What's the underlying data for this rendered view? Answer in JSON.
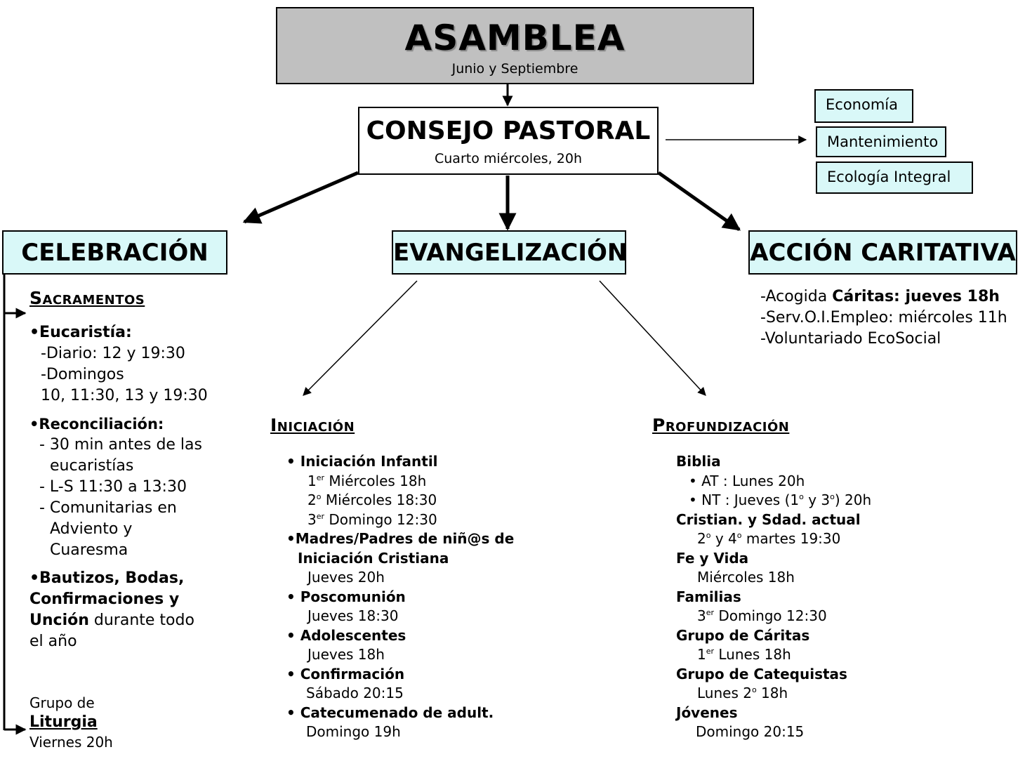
{
  "asamblea": {
    "title": "ASAMBLEA",
    "subtitle": "Junio y Septiembre"
  },
  "consejo": {
    "title": "CONSEJO PASTORAL",
    "subtitle": "Cuarto miércoles, 20h"
  },
  "side_boxes": [
    "Economía",
    "Mantenimiento",
    "Ecología Integral"
  ],
  "areas": {
    "celebracion": "CELEBRACIÓN",
    "evangelizacion": "EVANGELIZACIÓN",
    "accion": "ACCIÓN CARITATIVA"
  },
  "accion_items": {
    "l1_pre": "-Acogida ",
    "l1_bold": "Cáritas: jueves 18h",
    "l2": "-Serv.O.I.Empleo: miércoles 11h",
    "l3": "-Voluntariado EcoSocial"
  },
  "sacramentos": {
    "heading": "Sacramentos",
    "eucaristia_label": "•Eucaristía:",
    "eucaristia_diario": "-Diario: 12 y 19:30",
    "eucaristia_domingos": "-Domingos",
    "eucaristia_horas": "10, 11:30, 13 y 19:30",
    "reconciliacion_label": "•Reconciliación:",
    "rec_1a": "- 30 min antes de las",
    "rec_1b": "eucaristías",
    "rec_2": "- L-S 11:30 a 13:30",
    "rec_3a": "- Comunitarias en",
    "rec_3b": "Adviento y",
    "rec_3c": "Cuaresma",
    "otros_1": "•Bautizos, Bodas,",
    "otros_2": "Confirmaciones y",
    "otros_3_bold": "Unción",
    "otros_3_rest": " durante todo",
    "otros_4": "el año"
  },
  "liturgia": {
    "pre": "Grupo de",
    "name": "Liturgia",
    "time": "Viernes 20h"
  },
  "iniciacion": {
    "heading": "Iniciación",
    "l1": "• Iniciación Infantil",
    "l2_n": "1",
    "l2_sup": "er",
    "l2_rest": " Miércoles 18h",
    "l3_n": "2",
    "l3_sup": "o",
    "l3_rest": " Miércoles 18:30",
    "l4_n": "3",
    "l4_sup": "er",
    "l4_rest": " Domingo 12:30",
    "l5": "•Madres/Padres de niñ@s de",
    "l6": "Iniciación Cristiana",
    "l7": "Jueves 20h",
    "l8": "• Poscomunión",
    "l9": "Jueves 18:30",
    "l10": "• Adolescentes",
    "l11": "Jueves 18h",
    "l12": "• Confirmación",
    "l13": "Sábado 20:15",
    "l14": "• Catecumenado de adult.",
    "l15": "Domingo 19h"
  },
  "profundizacion": {
    "heading": "Profundización",
    "biblia": "Biblia",
    "at": "• AT : Lunes  20h",
    "nt_pre": "• NT : Jueves (1",
    "nt_sup1": "o",
    "nt_mid": " y 3",
    "nt_sup2": "o",
    "nt_post": ") 20h",
    "cristian": "Cristian. y Sdad. actual",
    "cr_n1": "2",
    "cr_sup1": "o",
    "cr_mid": " y 4",
    "cr_sup2": "o",
    "cr_post": " martes  19:30",
    "fe": "Fe y Vida",
    "fe_time": "Miércoles 18h",
    "familias": "Familias",
    "fam_n": "3",
    "fam_sup": "er",
    "fam_rest": " Domingo  12:30",
    "caritas": "Grupo de Cáritas",
    "car_n": "1",
    "car_sup": "er",
    "car_rest": " Lunes  18h",
    "catequistas": "Grupo de Catequistas",
    "cat_pre": "Lunes 2",
    "cat_sup": "o",
    "cat_post": " 18h",
    "jovenes": "Jóvenes",
    "jov_time": "Domingo 20:15"
  }
}
